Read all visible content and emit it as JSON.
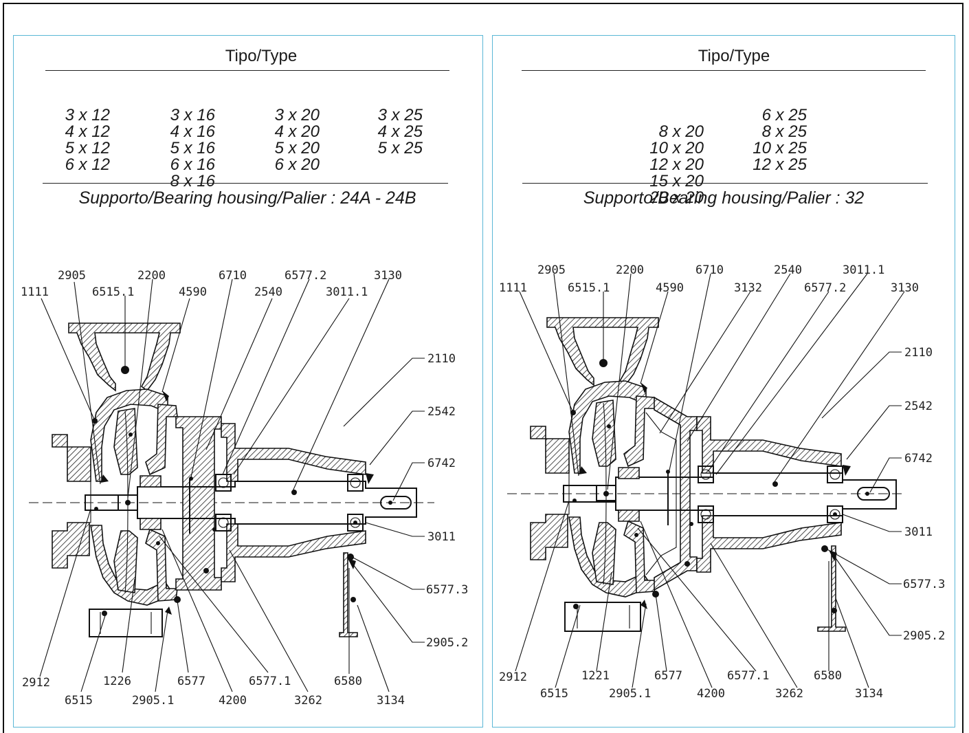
{
  "left": {
    "type_title": "Tipo/Type",
    "type_columns": [
      [
        "3 x 12",
        "4 x 12",
        "5 x 12",
        "6 x 12"
      ],
      [
        "3 x 16",
        "4 x 16",
        "5 x 16",
        "6 x 16",
        "8 x 16"
      ],
      [
        "3 x 20",
        "4 x 20",
        "5 x 20",
        "6 x 20"
      ],
      [
        "3 x 25",
        "4 x 25",
        "5 x 25"
      ]
    ],
    "support": "Supporto/Bearing housing/Palier : 24A - 24B",
    "labels": {
      "l1111": "1111",
      "l2905": "2905",
      "l6515_1": "6515.1",
      "l2200": "2200",
      "l4590": "4590",
      "l6710": "6710",
      "l2540": "2540",
      "l6577_2": "6577.2",
      "l3011_1": "3011.1",
      "l3130": "3130",
      "l2110": "2110",
      "l2542": "2542",
      "l6742": "6742",
      "l3011": "3011",
      "l6577_3": "6577.3",
      "l2905_2": "2905.2",
      "l2912": "2912",
      "l6515": "6515",
      "l1226": "1226",
      "l2905_1": "2905.1",
      "l6577": "6577",
      "l4200": "4200",
      "l6577_1": "6577.1",
      "l3262": "3262",
      "l6580": "6580",
      "l3134": "3134"
    }
  },
  "right": {
    "type_title": "Tipo/Type",
    "type_columns": [
      [
        "",
        "8 x 20",
        "10 x 20",
        "12 x 20",
        "15 x 20",
        "20 x 20"
      ],
      [
        "6 x 25",
        "8 x 25",
        "10 x 25",
        "12 x 25"
      ]
    ],
    "support": "Supporto/Bearing housing/Palier : 32",
    "labels": {
      "l1111": "1111",
      "l2905": "2905",
      "l6515_1": "6515.1",
      "l2200": "2200",
      "l4590": "4590",
      "l6710": "6710",
      "l3132": "3132",
      "l2540": "2540",
      "l6577_2": "6577.2",
      "l3011_1": "3011.1",
      "l3130": "3130",
      "l2110": "2110",
      "l2542": "2542",
      "l6742": "6742",
      "l3011": "3011",
      "l6577_3": "6577.3",
      "l2905_2": "2905.2",
      "l2912": "2912",
      "l6515": "6515",
      "l1221": "1221",
      "l2905_1": "2905.1",
      "l6577": "6577",
      "l4200": "4200",
      "l6577_1": "6577.1",
      "l3262": "3262",
      "l6580": "6580",
      "l3134": "3134"
    }
  }
}
